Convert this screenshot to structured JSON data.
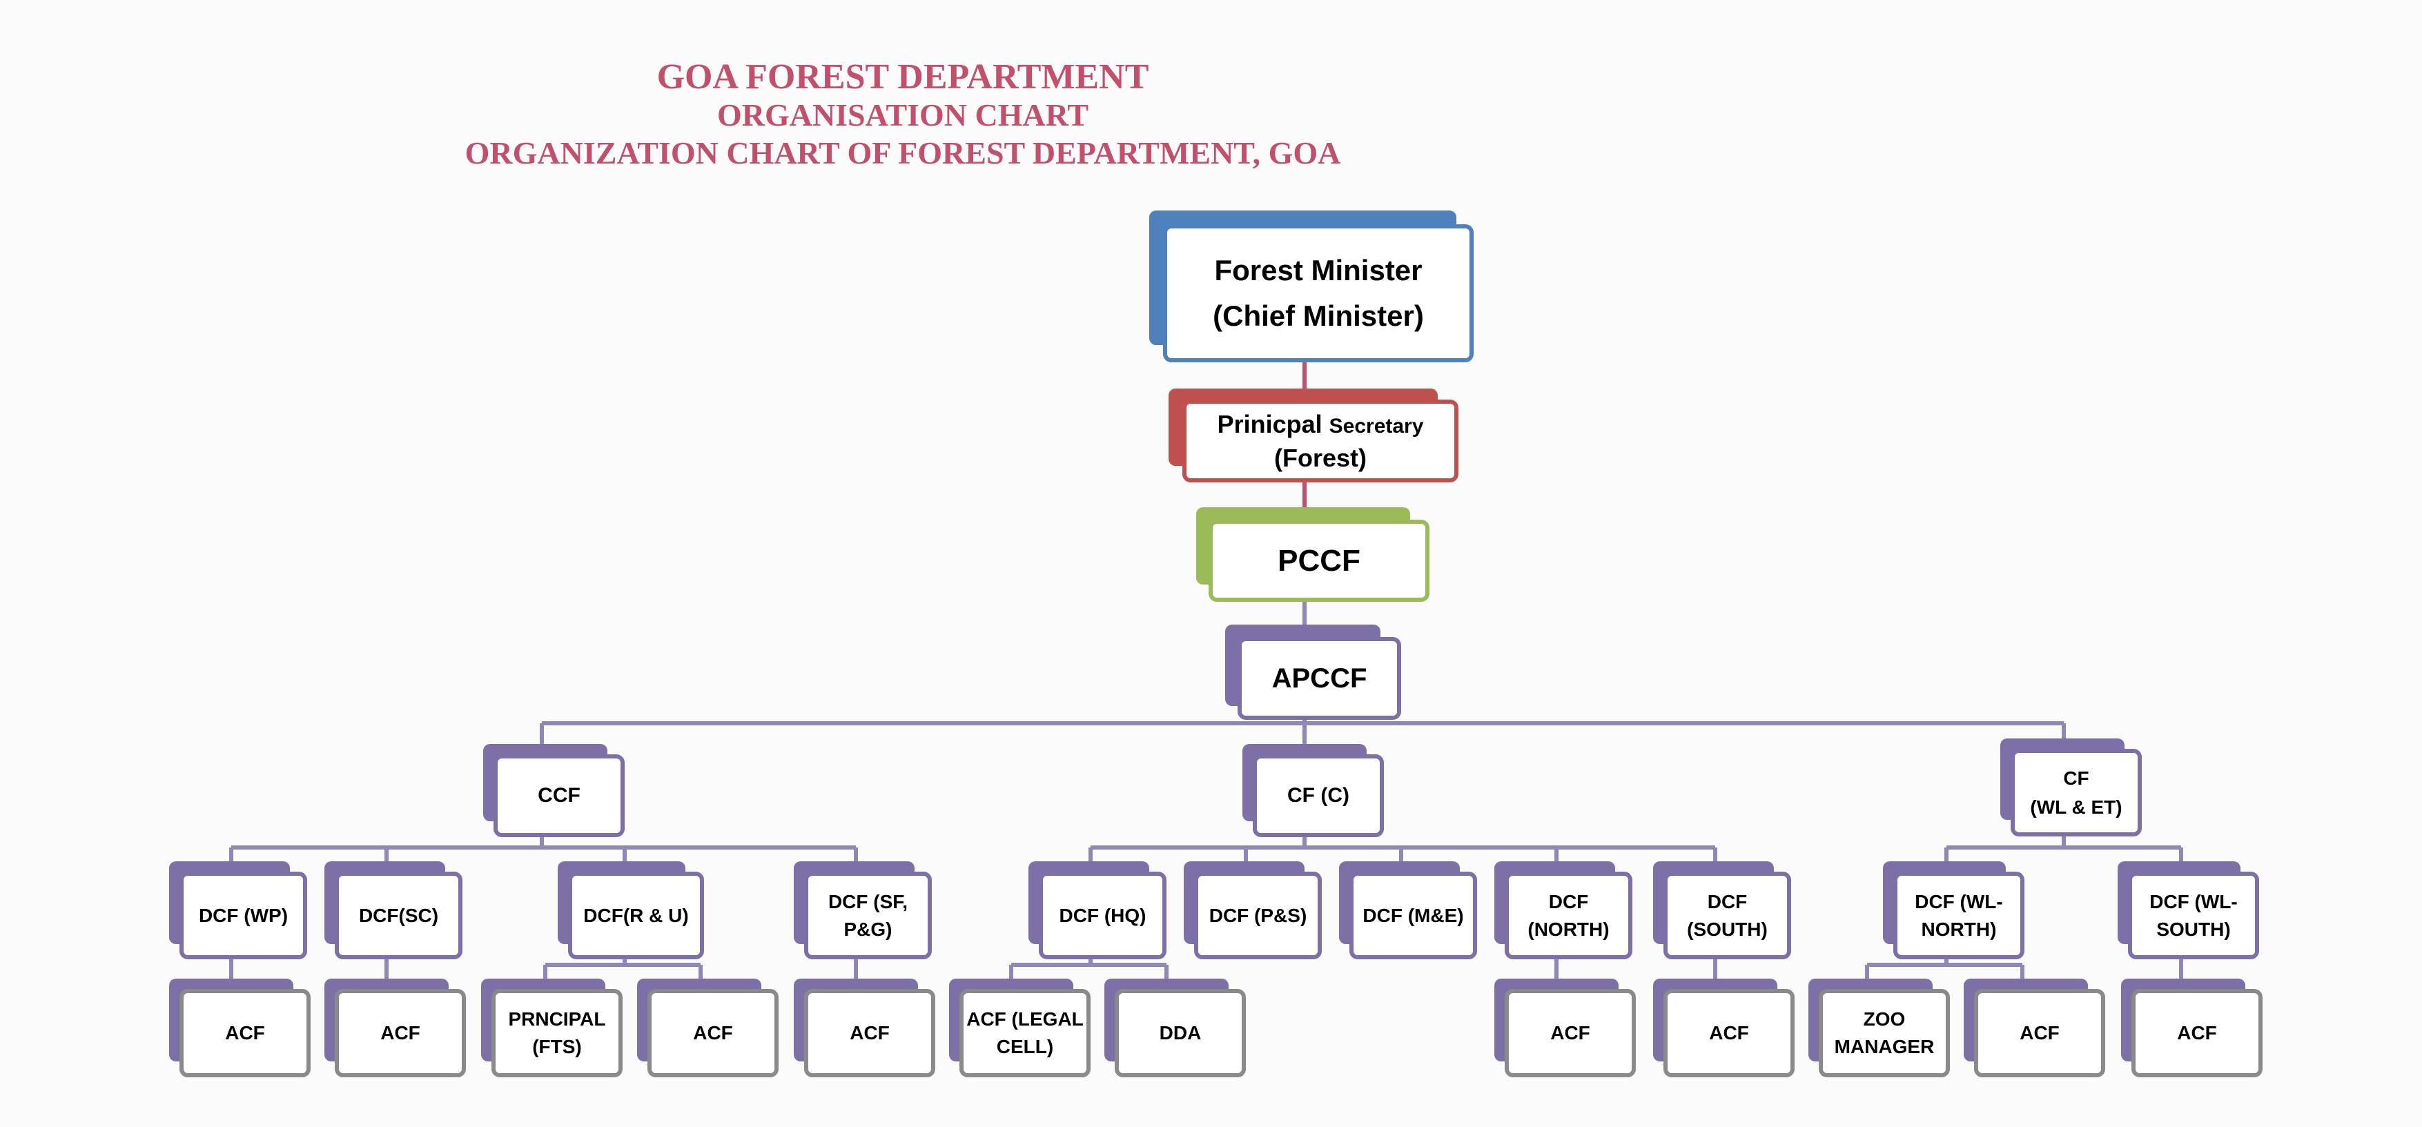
{
  "titles": {
    "line1": "GOA FOREST DEPARTMENT",
    "line2": "ORGANISATION CHART",
    "line3": "ORGANIZATION CHART OF FOREST DEPARTMENT, GOA"
  },
  "colors": {
    "title": "#c0506b",
    "minister": "#4f81bd",
    "secretary": "#c0504d",
    "pccf": "#9bbb59",
    "default_node": "#7d70a6",
    "leaf_node": "#8a8a8a",
    "connector_purple": "#8f87b5",
    "connector_red": "#c0506b"
  },
  "nodes": {
    "minister": "Forest Minister\n(Chief Minister)",
    "secretary_name": "Prinicpal",
    "secretary_small": "Secretary",
    "secretary_line2": "(Forest)",
    "pccf": "PCCF",
    "apccf": "APCCF",
    "ccf": "CCF",
    "cf_c": "CF (C)",
    "cf_wl": "CF\n(WL & ET)",
    "dcf_wp": "DCF (WP)",
    "dcf_sc": "DCF(SC)",
    "dcf_ru": "DCF(R & U)",
    "dcf_sfpg": "DCF (SF,\nP&G)",
    "dcf_hq": "DCF (HQ)",
    "dcf_ps": "DCF (P&S)",
    "dcf_me": "DCF (M&E)",
    "dcf_north": "DCF\n(NORTH)",
    "dcf_south": "DCF\n(SOUTH)",
    "dcf_wln": "DCF (WL-\nNORTH)",
    "dcf_wls": "DCF (WL-\nSOUTH)",
    "acf_wp": "ACF",
    "acf_sc": "ACF",
    "principal_fts": "PRNCIPAL\n(FTS)",
    "acf_ru": "ACF",
    "acf_sfpg": "ACF",
    "acf_legal": "ACF (LEGAL\nCELL)",
    "dda": "DDA",
    "acf_north": "ACF",
    "acf_south": "ACF",
    "zoo_manager": "ZOO\nMANAGER",
    "acf_wln": "ACF",
    "acf_wls": "ACF"
  }
}
